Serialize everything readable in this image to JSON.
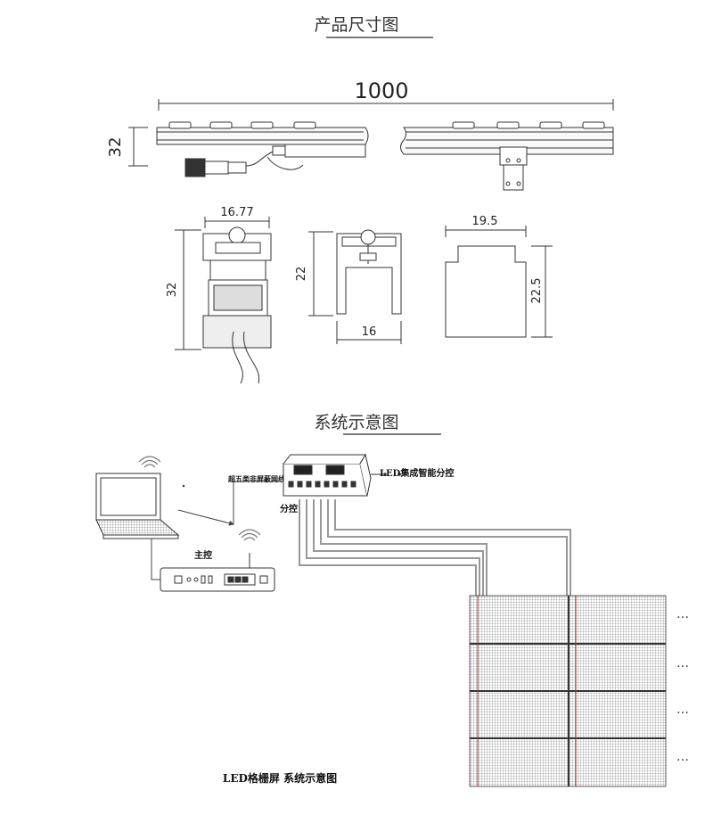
{
  "sections": {
    "dimensions_title": "产品尺寸图",
    "system_title": "系统示意图"
  },
  "dimensions": {
    "length": "1000",
    "height_side": "32",
    "section_width": "16.77",
    "section_height": "32",
    "profile_height": "22",
    "profile_width": "16",
    "cap_width": "19.5",
    "cap_height": "22.5"
  },
  "system": {
    "cable_label": "超五类非屏蔽网线",
    "sub_controller_label": "分控",
    "main_controller_label": "主控",
    "led_controller_label": "LED集成智能分控",
    "caption": "LED格栅屏  系统示意图",
    "ellipsis": "…"
  }
}
